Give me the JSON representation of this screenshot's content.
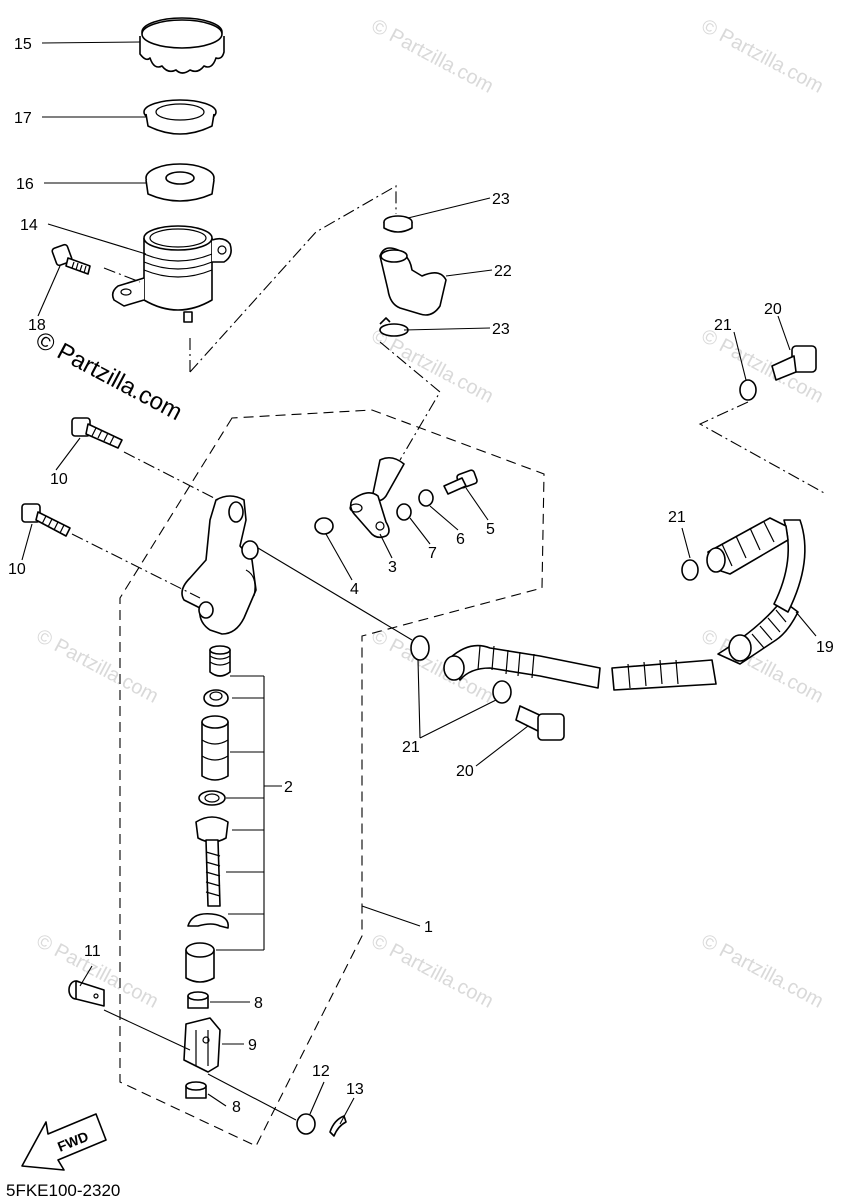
{
  "diagram_code": "5FKE100-2320",
  "fwd_label": "FWD",
  "watermark": {
    "main_text": "© Partzilla.com",
    "faint_text": "© Partzilla.com"
  },
  "callouts": {
    "p15": "15",
    "p17": "17",
    "p16": "16",
    "p14": "14",
    "p18": "18",
    "p23a": "23",
    "p22": "22",
    "p23b": "23",
    "p21a": "21",
    "p20a": "20",
    "p10a": "10",
    "p10b": "10",
    "p5": "5",
    "p6": "6",
    "p7": "7",
    "p3": "3",
    "p4": "4",
    "p21b": "21",
    "p19": "19",
    "p21c": "21",
    "p20b": "20",
    "p2": "2",
    "p1": "1",
    "p11": "11",
    "p8a": "8",
    "p9": "9",
    "p8b": "8",
    "p12": "12",
    "p13": "13"
  }
}
